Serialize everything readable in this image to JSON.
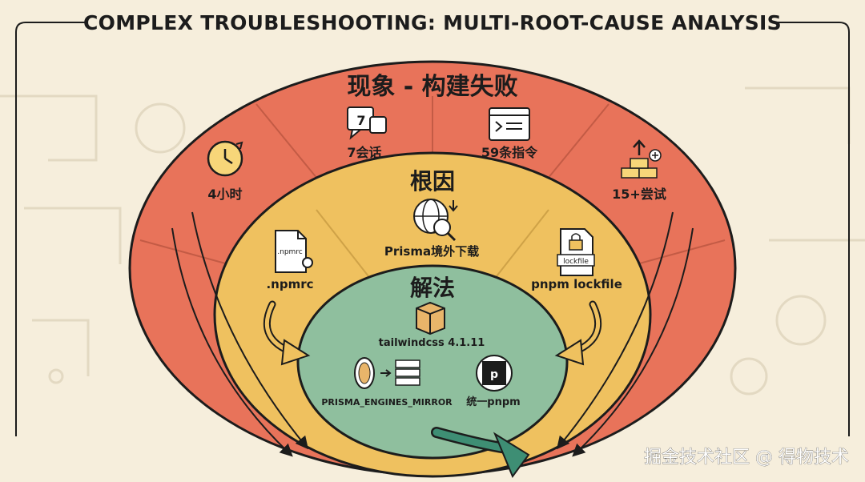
{
  "header": {
    "title": "COMPLEX TROUBLESHOOTING: MULTI-ROOT-CAUSE ANALYSIS"
  },
  "outer_layer": {
    "title": "现象 - 构建失败",
    "items": [
      {
        "label": "7会话",
        "icon": "chat-bubbles-icon",
        "badge": "7"
      },
      {
        "label": "59条指令",
        "icon": "terminal-window-icon"
      },
      {
        "label": "4小时",
        "icon": "clock-refresh-icon"
      },
      {
        "label": "15+尝试",
        "icon": "brick-stack-icon"
      }
    ]
  },
  "middle_layer": {
    "title": "根因",
    "items": [
      {
        "label": "Prisma境外下载",
        "icon": "globe-download-icon"
      },
      {
        "label": ".npmrc",
        "icon": "config-file-icon",
        "file_text": ".npmrc"
      },
      {
        "label": "pnpm lockfile",
        "icon": "locked-file-icon",
        "file_text": "lockfile"
      }
    ]
  },
  "inner_layer": {
    "title": "解法",
    "items": [
      {
        "label": "tailwindcss 4.1.11",
        "icon": "package-box-icon"
      },
      {
        "label": "PRISMA_ENGINES_MIRROR",
        "icon": "mirror-server-icon"
      },
      {
        "label": "统一pnpm",
        "icon": "pnpm-logo-icon",
        "logo_text": "p"
      }
    ]
  },
  "watermark": "掘金技术社区 @ 得物技术",
  "colors": {
    "outer": "#e8735a",
    "middle": "#efc15f",
    "inner": "#8fbf9e",
    "background": "#f6eedc",
    "outline": "#1c1c1c"
  }
}
